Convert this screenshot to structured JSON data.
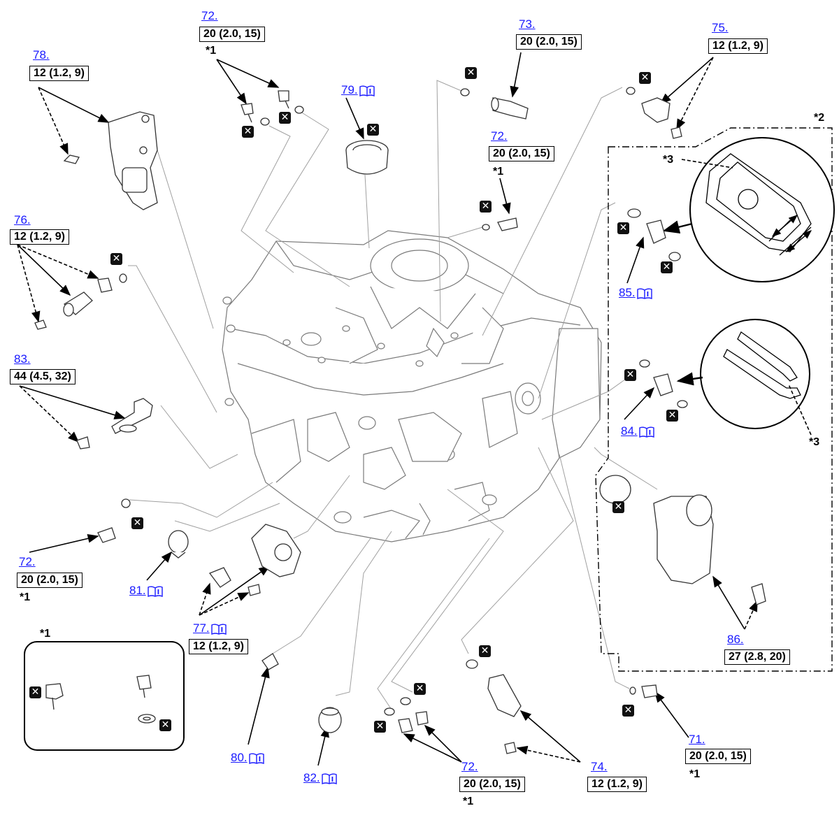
{
  "callouts": [
    {
      "id": "c78",
      "number": "78.",
      "torque": "12 (1.2, 9)",
      "has_book": false
    },
    {
      "id": "c72a",
      "number": "72.",
      "torque": "20 (2.0, 15)",
      "note": "*1",
      "has_book": false
    },
    {
      "id": "c79",
      "number": "79.",
      "has_book": true
    },
    {
      "id": "c73",
      "number": "73.",
      "torque": "20 (2.0, 15)",
      "has_book": false
    },
    {
      "id": "c72b",
      "number": "72.",
      "torque": "20 (2.0, 15)",
      "note": "*1",
      "has_book": false
    },
    {
      "id": "c75",
      "number": "75.",
      "torque": "12 (1.2, 9)",
      "has_book": false
    },
    {
      "id": "c76",
      "number": "76.",
      "torque": "12 (1.2, 9)",
      "has_book": false
    },
    {
      "id": "c83",
      "number": "83.",
      "torque": "44 (4.5, 32)",
      "has_book": false
    },
    {
      "id": "c85",
      "number": "85.",
      "has_book": true
    },
    {
      "id": "c84",
      "number": "84.",
      "has_book": true
    },
    {
      "id": "c72c",
      "number": "72.",
      "torque": "20 (2.0, 15)",
      "note": "*1",
      "has_book": false
    },
    {
      "id": "c81",
      "number": "81.",
      "has_book": true
    },
    {
      "id": "c77",
      "number": "77.",
      "torque": "12 (1.2, 9)",
      "has_book": true
    },
    {
      "id": "c86",
      "number": "86.",
      "torque": "27 (2.8, 20)",
      "has_book": false
    },
    {
      "id": "c80",
      "number": "80.",
      "has_book": true
    },
    {
      "id": "c82",
      "number": "82.",
      "has_book": true
    },
    {
      "id": "c72d",
      "number": "72.",
      "torque": "20 (2.0, 15)",
      "note": "*1",
      "has_book": false
    },
    {
      "id": "c74",
      "number": "74.",
      "torque": "12 (1.2, 9)",
      "has_book": false
    },
    {
      "id": "c71",
      "number": "71.",
      "torque": "20 (2.0, 15)",
      "note": "*1",
      "has_book": false
    }
  ],
  "notes": {
    "legend_title": "*1",
    "section_marker": "*2",
    "detail_marker_top": "*3",
    "detail_marker_bottom": "*3"
  },
  "replace_mark": "✕",
  "colors": {
    "link": "#1a1aff",
    "line": "#000000",
    "part_line": "#9a9a9a",
    "fill": "#ffffff",
    "mark": "#111111"
  }
}
